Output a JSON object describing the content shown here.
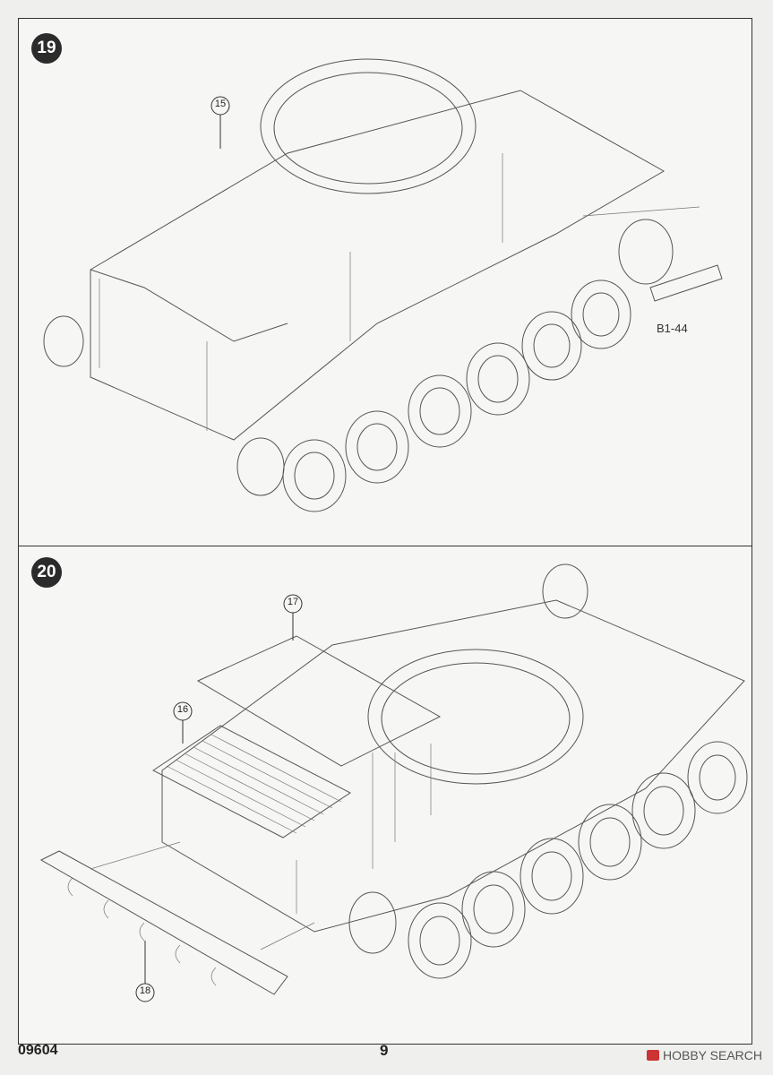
{
  "steps": [
    {
      "number": "19",
      "callouts": [
        "15"
      ],
      "part_label": "B1-44"
    },
    {
      "number": "20",
      "callouts": [
        "17",
        "16",
        "18"
      ]
    }
  ],
  "footer": {
    "kit_code": "09604",
    "page_number": "9"
  },
  "watermark": {
    "text": "HOBBY SEARCH"
  }
}
